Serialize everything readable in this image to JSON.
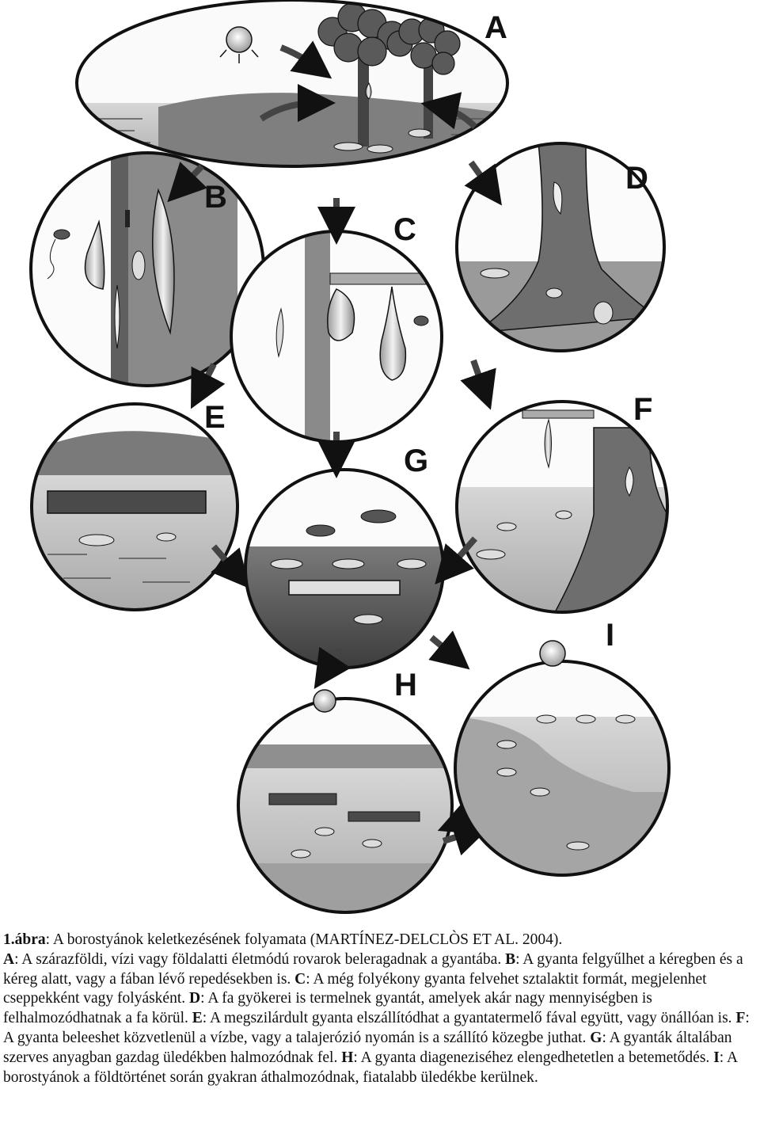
{
  "figure": {
    "panels": [
      {
        "letter": "A"
      },
      {
        "letter": "B"
      },
      {
        "letter": "C"
      },
      {
        "letter": "D"
      },
      {
        "letter": "E"
      },
      {
        "letter": "F"
      },
      {
        "letter": "G"
      },
      {
        "letter": "H"
      },
      {
        "letter": "I"
      }
    ],
    "colors": {
      "ink": "#111111",
      "water": "#bdbdbd",
      "sky": "#f4f4f4",
      "trunk": "#6e6e6e",
      "resin": "#e6e6e6",
      "sediment": "#5a5a5a"
    }
  },
  "caption": {
    "figure_label": "1.ábra",
    "figure_title": ": A borostyánok keletkezésének folyamata (",
    "citation": "MARTÍNEZ-DELCLÒS ET AL. 2004",
    "citation_end": ").",
    "items": [
      {
        "letter": "A",
        "text": ": A szárazföldi, vízi vagy földalatti életmódú rovarok beleragadnak a gyantába. "
      },
      {
        "letter": "B",
        "text": ": A gyanta felgyűlhet a kéregben és a kéreg alatt, vagy a fában lévő repedésekben is. "
      },
      {
        "letter": "C",
        "text": ": A még folyékony gyanta felvehet sztalaktit formát, megjelenhet cseppekként vagy folyásként. "
      },
      {
        "letter": "D",
        "text": ": A fa gyökerei is termelnek gyantát, amelyek akár nagy mennyiségben is felhalmozódhatnak a fa körül. "
      },
      {
        "letter": "E",
        "text": ": A megszilárdult gyanta elszállítódhat a gyantatermelő fával együtt, vagy önállóan is. "
      },
      {
        "letter": "F",
        "text": ": A gyanta beleeshet közvetlenül a vízbe, vagy a talajerózió nyomán is a szállító közegbe juthat. "
      },
      {
        "letter": "G",
        "text": ": A gyanták általában szerves anyagban gazdag üledékben halmozódnak fel. "
      },
      {
        "letter": "H",
        "text": ": A gyanta diageneziséhez elengedhetetlen a betemetődés. "
      },
      {
        "letter": "I",
        "text": ": A borostyánok a földtörténet során gyakran áthalmozódnak, fiatalabb üledékbe kerülnek."
      }
    ]
  }
}
